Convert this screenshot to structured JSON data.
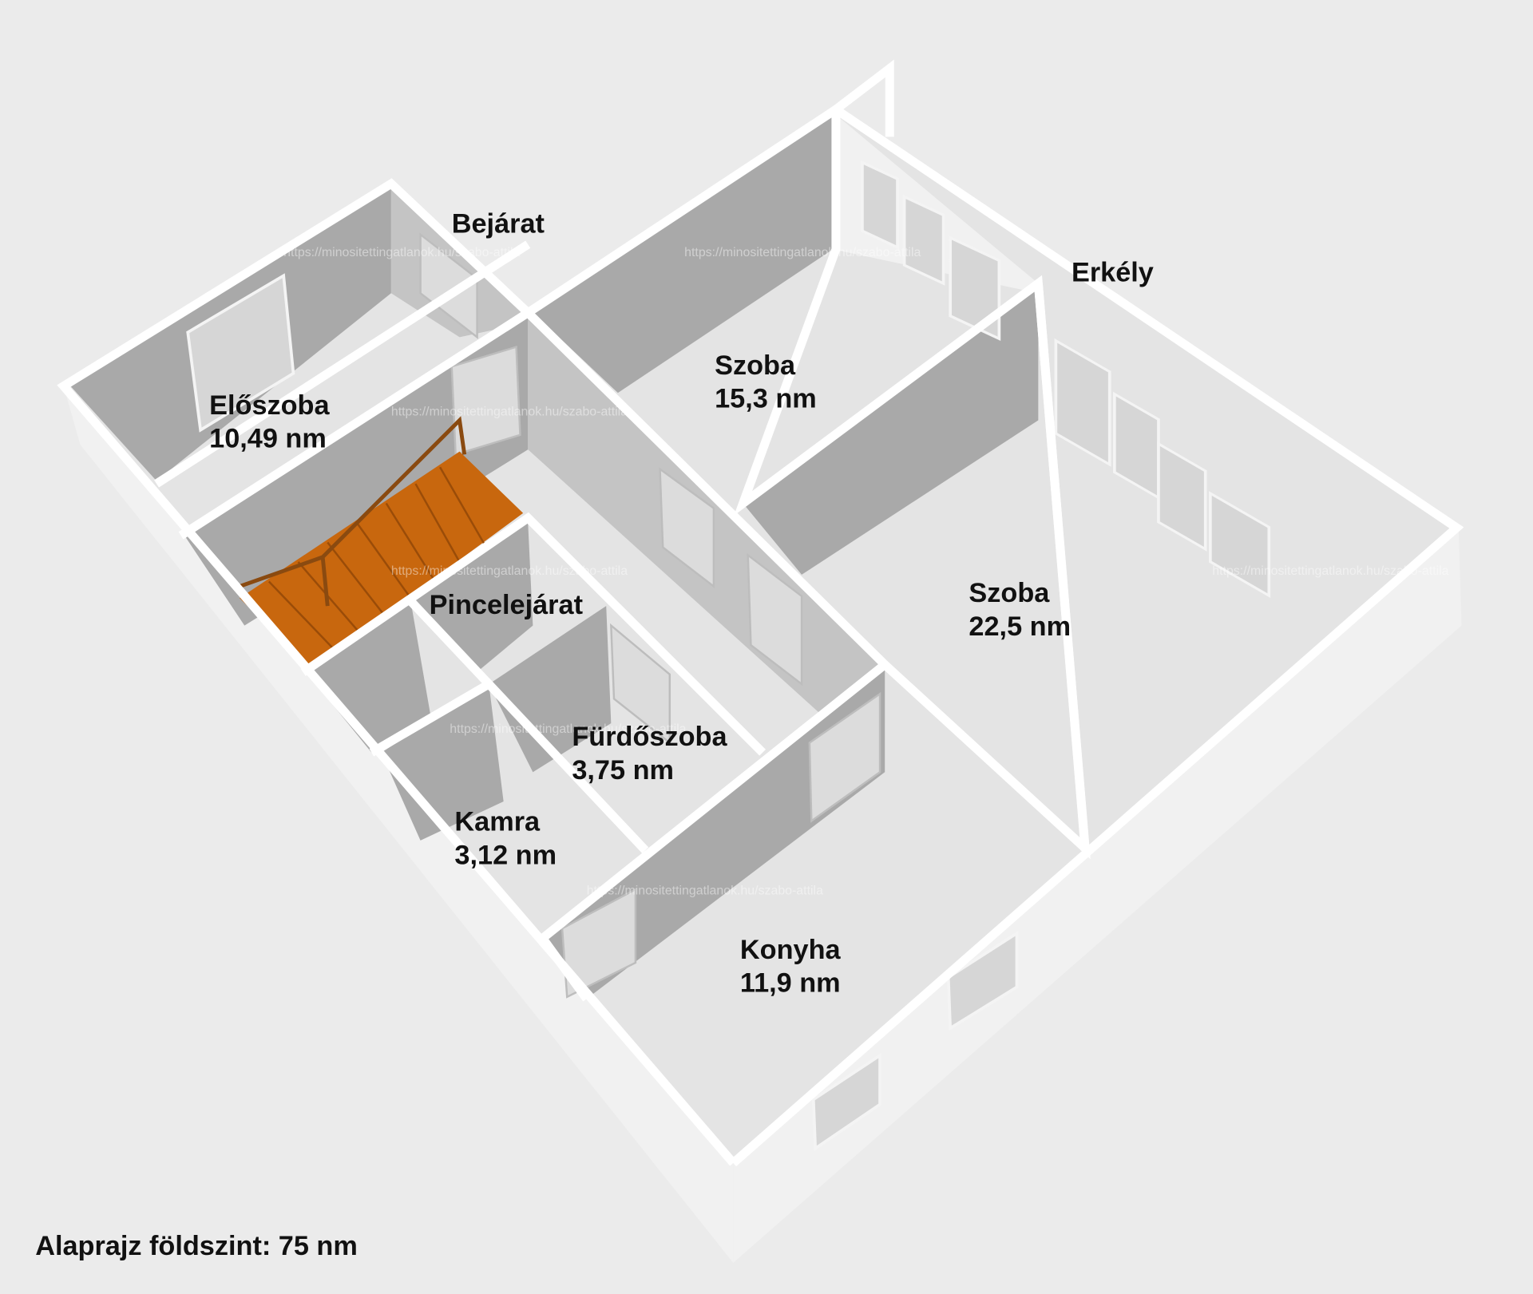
{
  "rooms": [
    {
      "name": "Előszoba",
      "area": "10,49 nm"
    },
    {
      "name": "Szoba",
      "area": "15,3 nm"
    },
    {
      "name": "Szoba",
      "area": "22,5 nm"
    },
    {
      "name": "Pincelejárat",
      "area": ""
    },
    {
      "name": "Fürdőszoba",
      "area": "3,75 nm"
    },
    {
      "name": "Kamra",
      "area": "3,12 nm"
    },
    {
      "name": "Konyha",
      "area": "11,9 nm"
    }
  ],
  "labels": {
    "entrance": "Bejárat",
    "balcony": "Erkély"
  },
  "caption": "Alaprajz földszint: 75 nm",
  "watermark": "https://minositettingatlanok.hu/szabo-attila",
  "colors": {
    "stairs": "#c8670e",
    "floor": "#e4e4e4",
    "wall": "#a9a9a9"
  }
}
